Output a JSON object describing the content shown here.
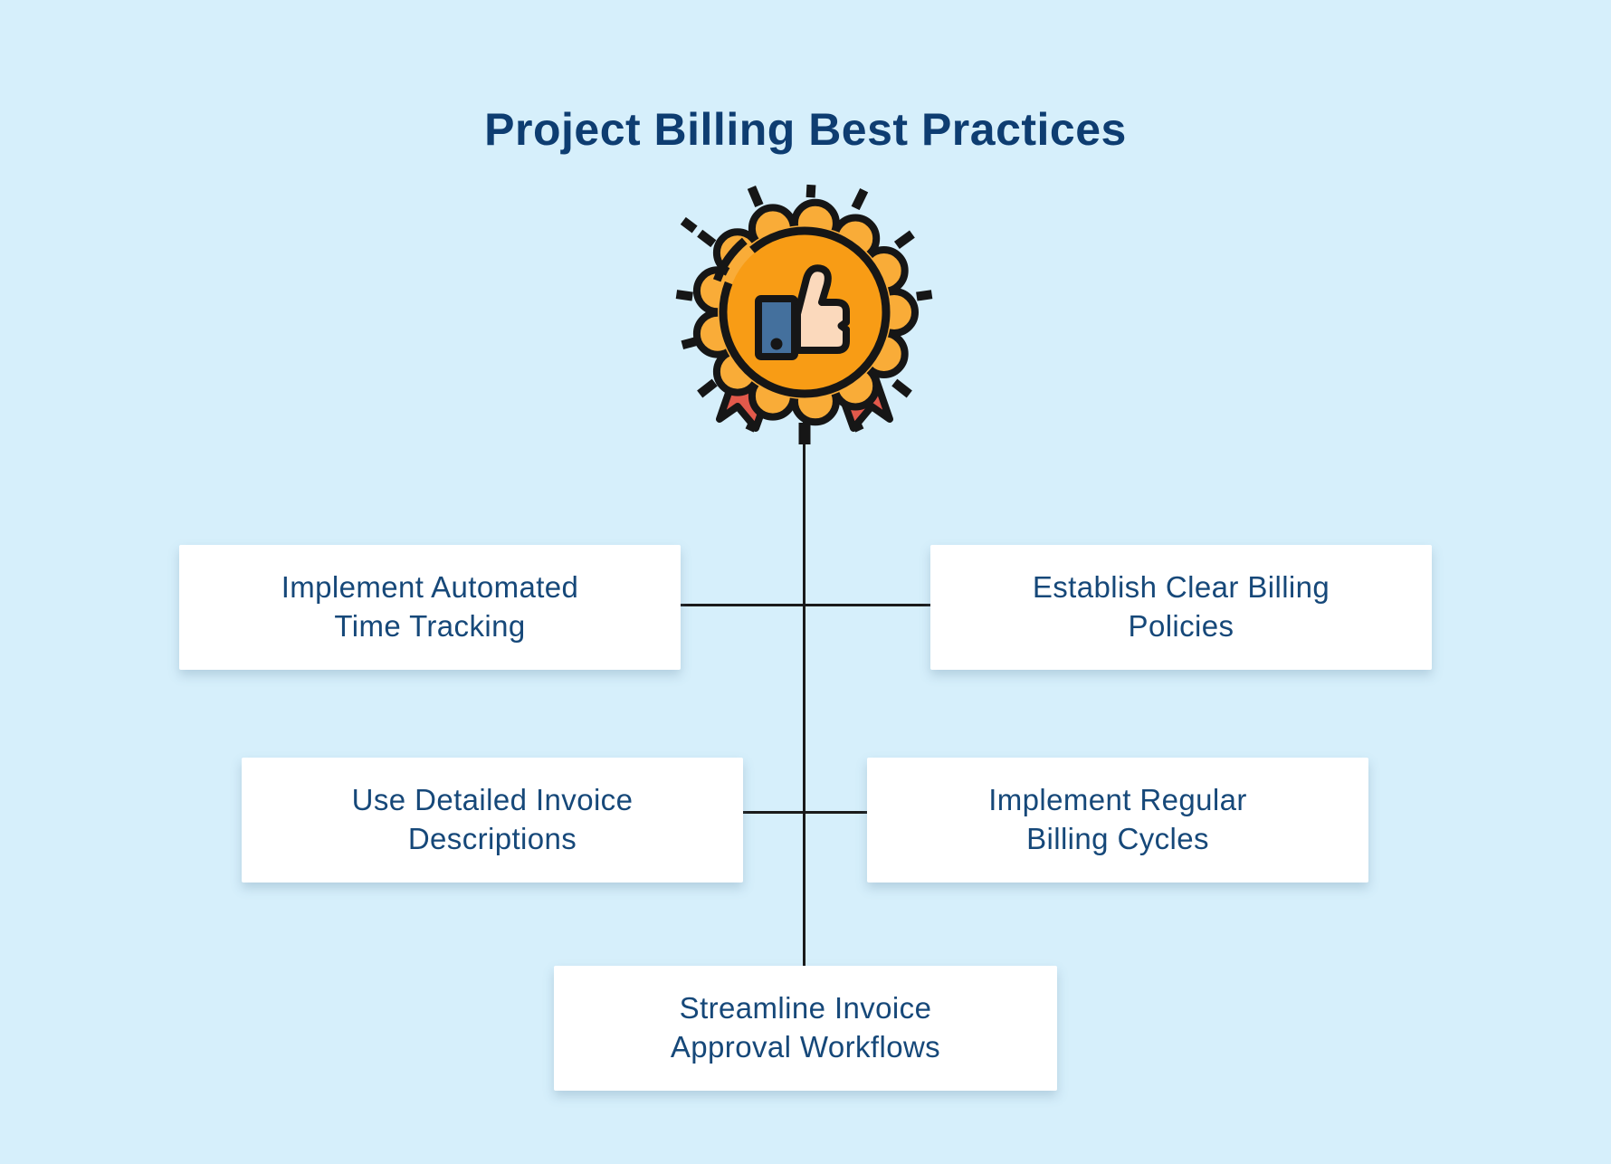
{
  "title": "Project Billing Best Practices",
  "palette": {
    "background": "#D6EFFB",
    "card_background": "#FFFFFF",
    "title_text": "#0E3D71",
    "card_text": "#164879",
    "connector_line": "#1A1A1A",
    "badge_outer_ring": "#F9AC38",
    "badge_inner_disc": "#F89C15",
    "badge_outline": "#161616",
    "ribbon_red": "#E2594B",
    "cuff_blue": "#44709D",
    "hand_skin": "#FBD9BC"
  },
  "badge": {
    "icon": "thumbs-up-award-badge"
  },
  "practices": [
    {
      "id": "implement-automated-time-tracking",
      "lines": [
        "Implement Automated",
        "Time Tracking"
      ]
    },
    {
      "id": "establish-clear-billing-policies",
      "lines": [
        "Establish Clear Billing",
        "Policies"
      ]
    },
    {
      "id": "use-detailed-invoice-descriptions",
      "lines": [
        "Use Detailed Invoice",
        "Descriptions"
      ]
    },
    {
      "id": "implement-regular-billing-cycles",
      "lines": [
        "Implement Regular",
        "Billing Cycles"
      ]
    },
    {
      "id": "streamline-invoice-approval-workflows",
      "lines": [
        "Streamline Invoice",
        "Approval Workflows"
      ]
    }
  ]
}
